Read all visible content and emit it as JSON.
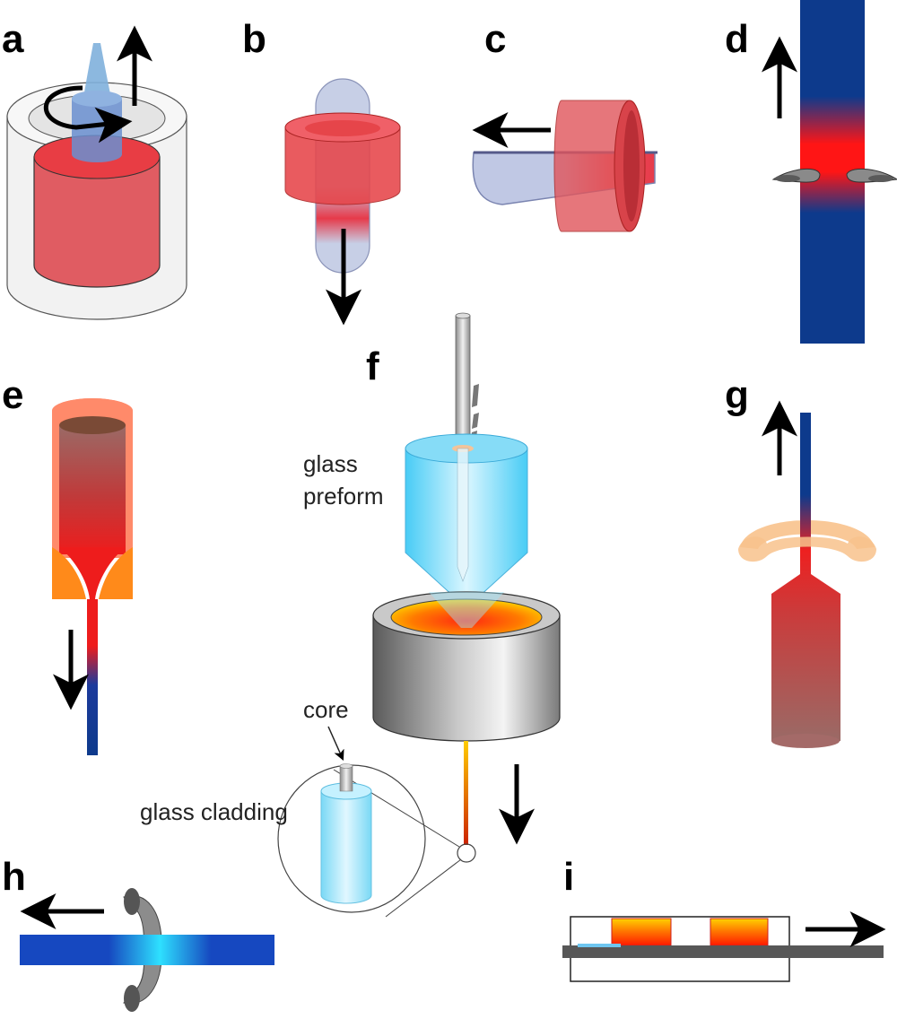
{
  "panels": {
    "a": "a",
    "b": "b",
    "c": "c",
    "d": "d",
    "e": "e",
    "f": "f",
    "g": "g",
    "h": "h",
    "i": "i"
  },
  "annotations": {
    "glass_preform_line1": "glass",
    "glass_preform_line2": "preform",
    "core": "core",
    "glass_cladding": "glass cladding"
  },
  "colors": {
    "hot_red": "#e8262b",
    "glass_blue": "#0d3a8c",
    "cyan": "#2ad4f5",
    "steel_gray": "#8c8c8c",
    "orange": "#ff8c1a",
    "arrow": "#000000"
  },
  "icons": [
    "rotation-arrow-icon",
    "up-arrow-icon",
    "down-arrow-icon",
    "left-arrow-icon",
    "right-arrow-icon"
  ]
}
